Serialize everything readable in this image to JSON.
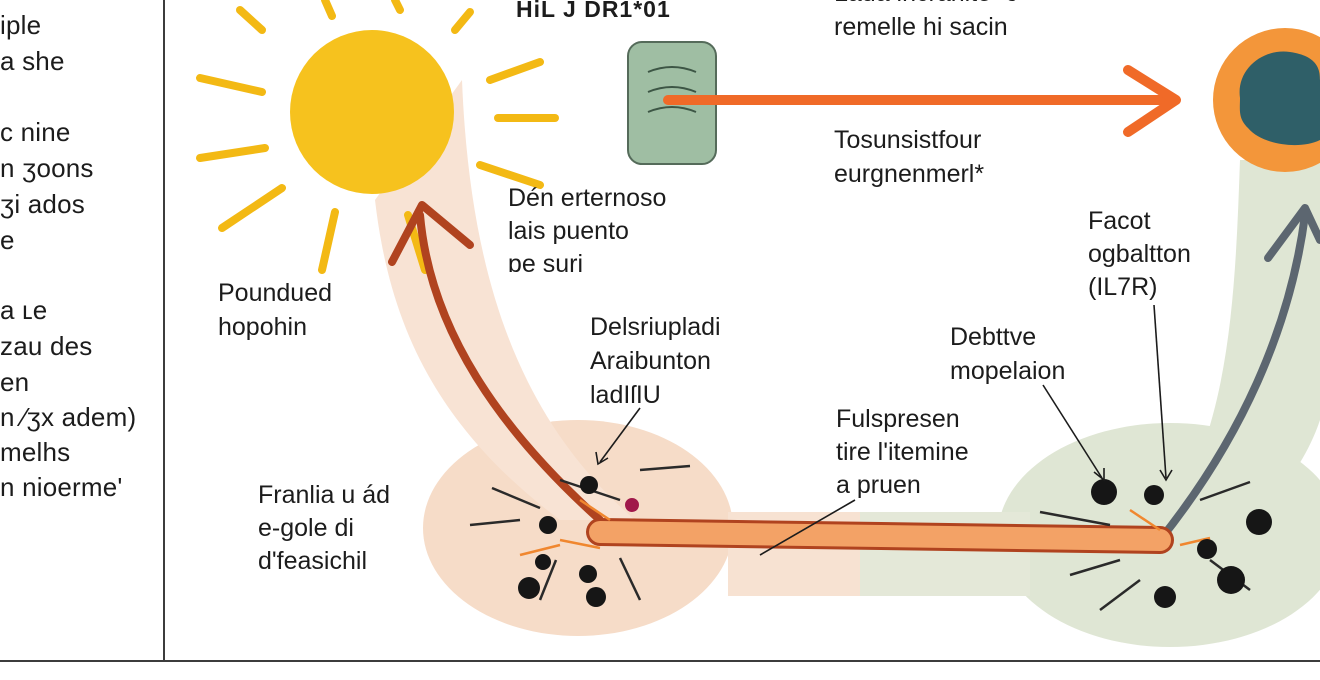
{
  "sidebar": {
    "lines": [
      "iple",
      "a she",
      "c nine",
      "n ʒoons",
      "ʒi ados",
      "e",
      "a ʟe",
      "zau des",
      "en",
      "n ⁄ʒx adem)",
      "melhs",
      "n nioerme'"
    ]
  },
  "labels": {
    "top_code": "HiL J DR1*01",
    "top_right": [
      "Lada incranite ·J",
      "remelle hi sacin"
    ],
    "mid_right": [
      "Tosunsistfour",
      "eurgnenmerl*"
    ],
    "center": [
      "Dén erternoso",
      "lais puento",
      "ɒe suri"
    ],
    "left": [
      "Poundued",
      "hopohin"
    ],
    "arrow_note": [
      "Delsriupladi",
      "Araibunton",
      "ladIſIU"
    ],
    "factor": [
      "Facot",
      "ogbaltton",
      "(IL7R)"
    ],
    "debtive": [
      "Debttve",
      "mopelaion"
    ],
    "pulse": [
      "Fulspresen",
      "tire l'itemine",
      "a pruen"
    ],
    "bottom_left": [
      "Franlia u ád",
      "e-gole di",
      "d'feasichil"
    ]
  },
  "colors": {
    "sun": "#f6c21e",
    "sun_ray": "#f3b914",
    "orange_arrow": "#f06a28",
    "rust_arrow": "#b0431f",
    "grey_arrow": "#5c6670",
    "left_pad": "#f6dcc8",
    "right_pad": "#dfe6d4",
    "cylinder": "#9fbea3",
    "cell_outer": "#f3963a",
    "cell_inner": "#2f5f68"
  },
  "icons": [
    "sun-icon",
    "cylinder-icon",
    "cell-icon"
  ]
}
